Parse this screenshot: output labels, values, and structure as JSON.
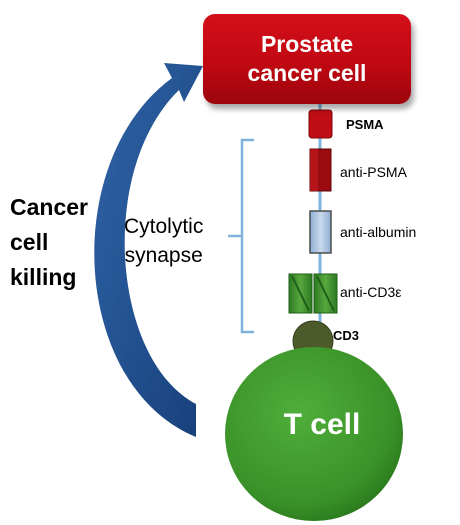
{
  "cancer_cell": {
    "line1": "Prostate",
    "line2": "cancer cell"
  },
  "left_label": {
    "line1": "Cancer",
    "line2": "cell",
    "line3": "killing"
  },
  "synapse_label": {
    "line1": "Cytolytic",
    "line2": "synapse"
  },
  "components": {
    "psma": "PSMA",
    "anti_psma": "anti-PSMA",
    "anti_albumin": "anti-albumin",
    "anti_cd3e": "anti-CD3ε",
    "cd3": "CD3"
  },
  "t_cell": "T cell",
  "colors": {
    "cancer_red": "#c00812",
    "arrow_blue": "#1f4e8c",
    "bracket_blue": "#7fb3dc",
    "tcell_green": "#3e9a2e",
    "cd3_olive": "#4d5a2a",
    "albumin_blue": "#a9c1dc",
    "cd3e_green": "#3f8f2e",
    "psma_red": "#c00d14",
    "antipsma_dark_red": "#9a0b10"
  }
}
